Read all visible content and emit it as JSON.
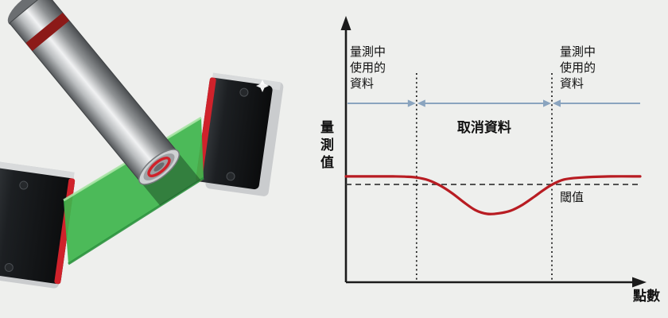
{
  "colors": {
    "page-bg": "#eeefed",
    "accent-red": "#d0222b",
    "band-red": "#8c1a18",
    "curve-red": "#b81c22",
    "beam-green": "#3eb54c",
    "beam-green-edge": "#a9e5a5",
    "beam-shadow": "#1f4f28",
    "arrow-blue": "#8aa4bf",
    "axis-black": "#1b1b1b",
    "body-dark": "#121417",
    "metal-light": "#caccce"
  },
  "illustration": {
    "parts": [
      "sensor-head-left",
      "sensor-head-right",
      "light-beam",
      "measured-shaft",
      "shaft-end-cap"
    ]
  },
  "chart_data": {
    "type": "line",
    "title": "",
    "xlabel": "點數",
    "ylabel": "量測值",
    "x_range": [
      0,
      100
    ],
    "threshold_y": 50,
    "region_boundaries_x": [
      24,
      70
    ],
    "grid": "off",
    "legend": "off",
    "annotations": {
      "left_region": "量測中\n使用的\n資料",
      "middle_region": "取消資料",
      "right_region": "量測中\n使用的\n資料",
      "threshold": "閾值"
    },
    "series": [
      {
        "name": "量測值",
        "x": [
          0,
          8,
          16,
          20,
          24,
          28,
          32,
          36,
          40,
          44,
          48,
          52,
          56,
          60,
          64,
          67,
          70,
          74,
          80,
          90,
          100
        ],
        "y": [
          53,
          53,
          53,
          52.9,
          52.6,
          51.6,
          49.6,
          46.8,
          43.4,
          40.4,
          39.0,
          39.2,
          40.2,
          42.4,
          45.4,
          47.8,
          49.9,
          51.8,
          52.6,
          53,
          53
        ]
      }
    ]
  }
}
